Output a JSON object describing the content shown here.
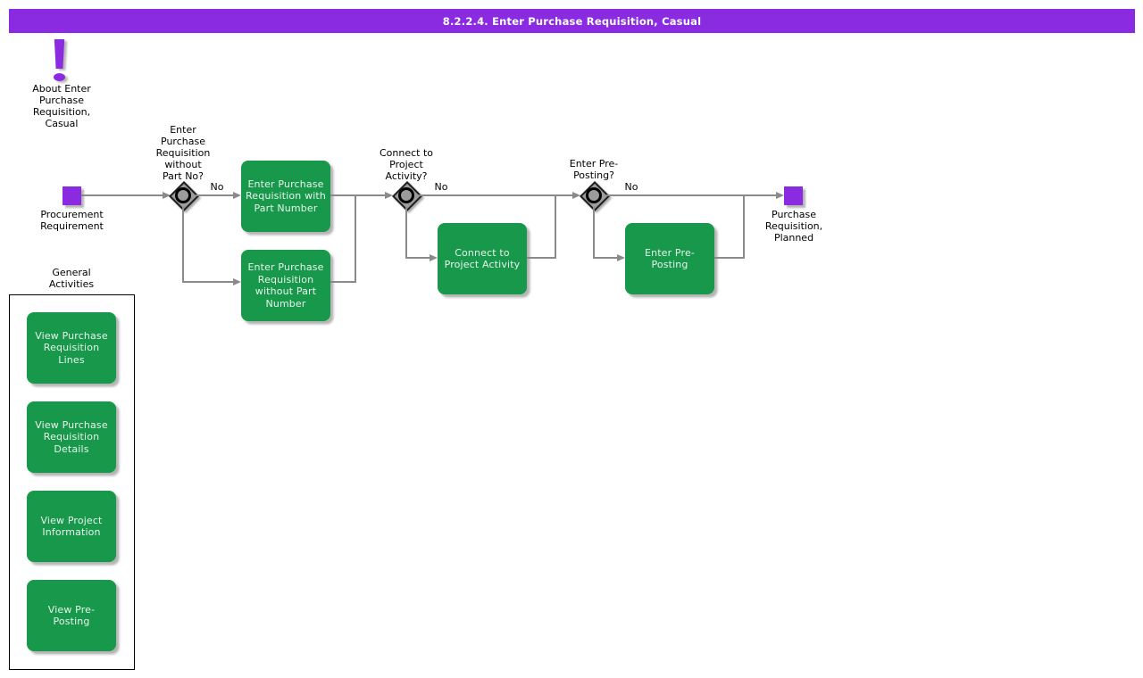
{
  "title_bar": {
    "text": "8.2.2.4. Enter Purchase Requisition, Casual"
  },
  "colors": {
    "accent_purple": "#8A2BE2",
    "task_green": "#17984B",
    "line_gray": "#8A8A8A",
    "gateway_gray": "#9C9C9C",
    "title_text": "#FFFFFF",
    "task_text": "#E9F3EC"
  },
  "note": {
    "icon": "exclamation-icon",
    "label": "About Enter\nPurchase\nRequisition,\nCasual"
  },
  "flow": {
    "start_event": {
      "label": "Procurement\nRequirement"
    },
    "end_event": {
      "label": "Purchase\nRequisition,\nPlanned"
    },
    "gateways": [
      {
        "question": "Enter\nPurchase\nRequisition\nwithout\nPart No?",
        "branch_label": "No"
      },
      {
        "question": "Connect to\nProject\nActivity?",
        "branch_label": "No"
      },
      {
        "question": "Enter Pre-\nPosting?",
        "branch_label": "No"
      }
    ],
    "tasks": [
      {
        "label": "Enter Purchase\nRequisition with\nPart Number"
      },
      {
        "label": "Enter Purchase\nRequisition\nwithout Part\nNumber"
      },
      {
        "label": "Connect to\nProject Activity"
      },
      {
        "label": "Enter Pre-\nPosting"
      }
    ]
  },
  "general_activities": {
    "title": "General\nActivities",
    "items": [
      {
        "label": "View Purchase\nRequisition Lines"
      },
      {
        "label": "View Purchase\nRequisition\nDetails"
      },
      {
        "label": "View Project\nInformation"
      },
      {
        "label": "View Pre-Posting"
      }
    ]
  }
}
